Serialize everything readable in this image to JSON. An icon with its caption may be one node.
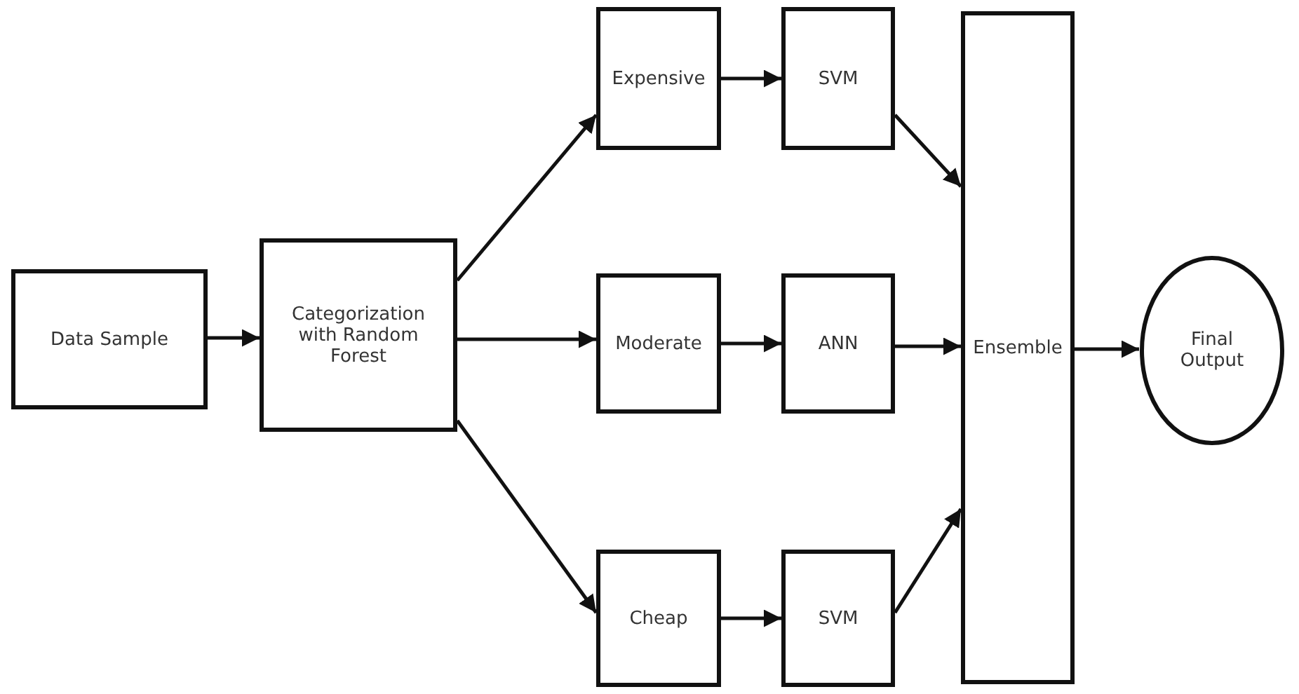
{
  "diagram": {
    "nodes": [
      {
        "text": [
          "Data Sample"
        ]
      },
      {
        "text": [
          "Categorization with Random Forest"
        ]
      },
      {
        "text": [
          "Expensive"
        ]
      },
      {
        "text": [
          "SVM"
        ]
      },
      {
        "text": [
          "Moderate"
        ]
      },
      {
        "text": [
          "ANN"
        ]
      },
      {
        "text": [
          "Cheap"
        ]
      },
      {
        "text": [
          "SVM"
        ]
      },
      {
        "text": [
          "Ensemble"
        ]
      },
      {
        "text": [
          "Final Output"
        ]
      }
    ],
    "edges": [
      {
        "from": 0,
        "to": 1,
        "arrow": "to"
      },
      {
        "from": 1,
        "to": 2,
        "arrow": "to"
      },
      {
        "from": 1,
        "to": 4,
        "arrow": "to"
      },
      {
        "from": 1,
        "to": 6,
        "arrow": "to"
      },
      {
        "from": 2,
        "to": 3,
        "arrow": "to"
      },
      {
        "from": 4,
        "to": 5,
        "arrow": "to"
      },
      {
        "from": 6,
        "to": 7,
        "arrow": "to"
      },
      {
        "from": 3,
        "to": 8,
        "arrow": "to"
      },
      {
        "from": 5,
        "to": 8,
        "arrow": "to"
      },
      {
        "from": 7,
        "to": 8,
        "arrow": "to"
      },
      {
        "from": 8,
        "to": 9,
        "arrow": "to"
      }
    ]
  }
}
